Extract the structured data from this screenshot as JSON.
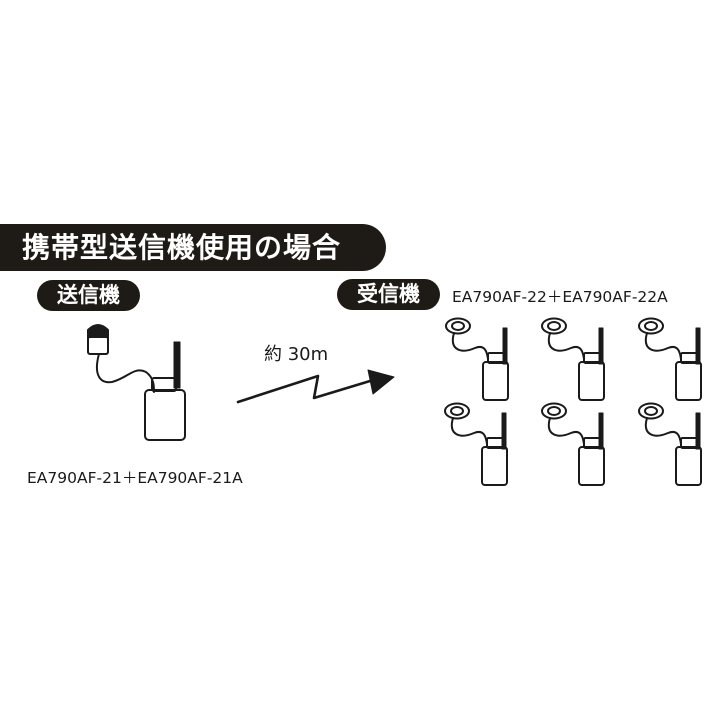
{
  "title": "携帯型送信機使用の場合",
  "transmitter": {
    "label": "送信機",
    "model": "EA790AF-21＋EA790AF-21A"
  },
  "receiver": {
    "label": "受信機",
    "model": "EA790AF-22＋EA790AF-22A"
  },
  "distance_label": "約 30m",
  "colors": {
    "label_background": "#1e1a16",
    "label_text": "#ffffff",
    "line": "#1a1a1a"
  },
  "icons": [
    "microphone-icon",
    "transmitter-icon",
    "signal-arrow-icon",
    "earphone-icon",
    "receiver-icon"
  ]
}
